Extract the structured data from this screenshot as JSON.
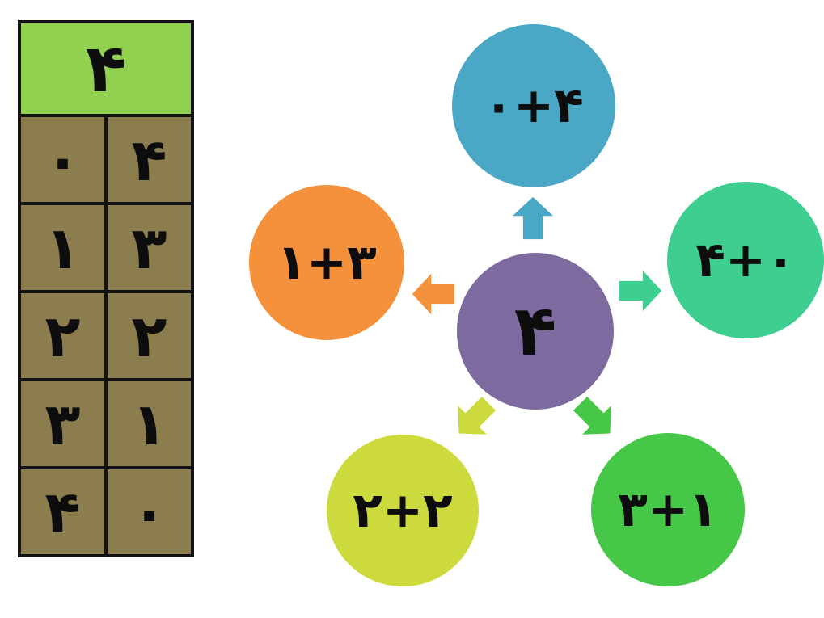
{
  "table": {
    "header": {
      "label": "۴",
      "bg": "#92d050"
    },
    "cell_bg": "#8b7d4e",
    "rows": [
      {
        "left": "۰",
        "right": "۴"
      },
      {
        "left": "۱",
        "right": "۳"
      },
      {
        "left": "۲",
        "right": "۲"
      },
      {
        "left": "۳",
        "right": "۱"
      },
      {
        "left": "۴",
        "right": "۰"
      }
    ]
  },
  "diagram": {
    "center": {
      "label": "۴",
      "color": "#7d6ba0"
    },
    "nodes": [
      {
        "position": "top",
        "label": "۰+۴",
        "color": "#4aa7c6"
      },
      {
        "position": "right",
        "label": "۴+۰",
        "color": "#3dce90"
      },
      {
        "position": "left",
        "label": "۱+۳",
        "color": "#f4913a"
      },
      {
        "position": "bottom-left",
        "label": "۲+۲",
        "color": "#cdda3e"
      },
      {
        "position": "bottom-right",
        "label": "۳+۱",
        "color": "#47c747"
      }
    ]
  }
}
